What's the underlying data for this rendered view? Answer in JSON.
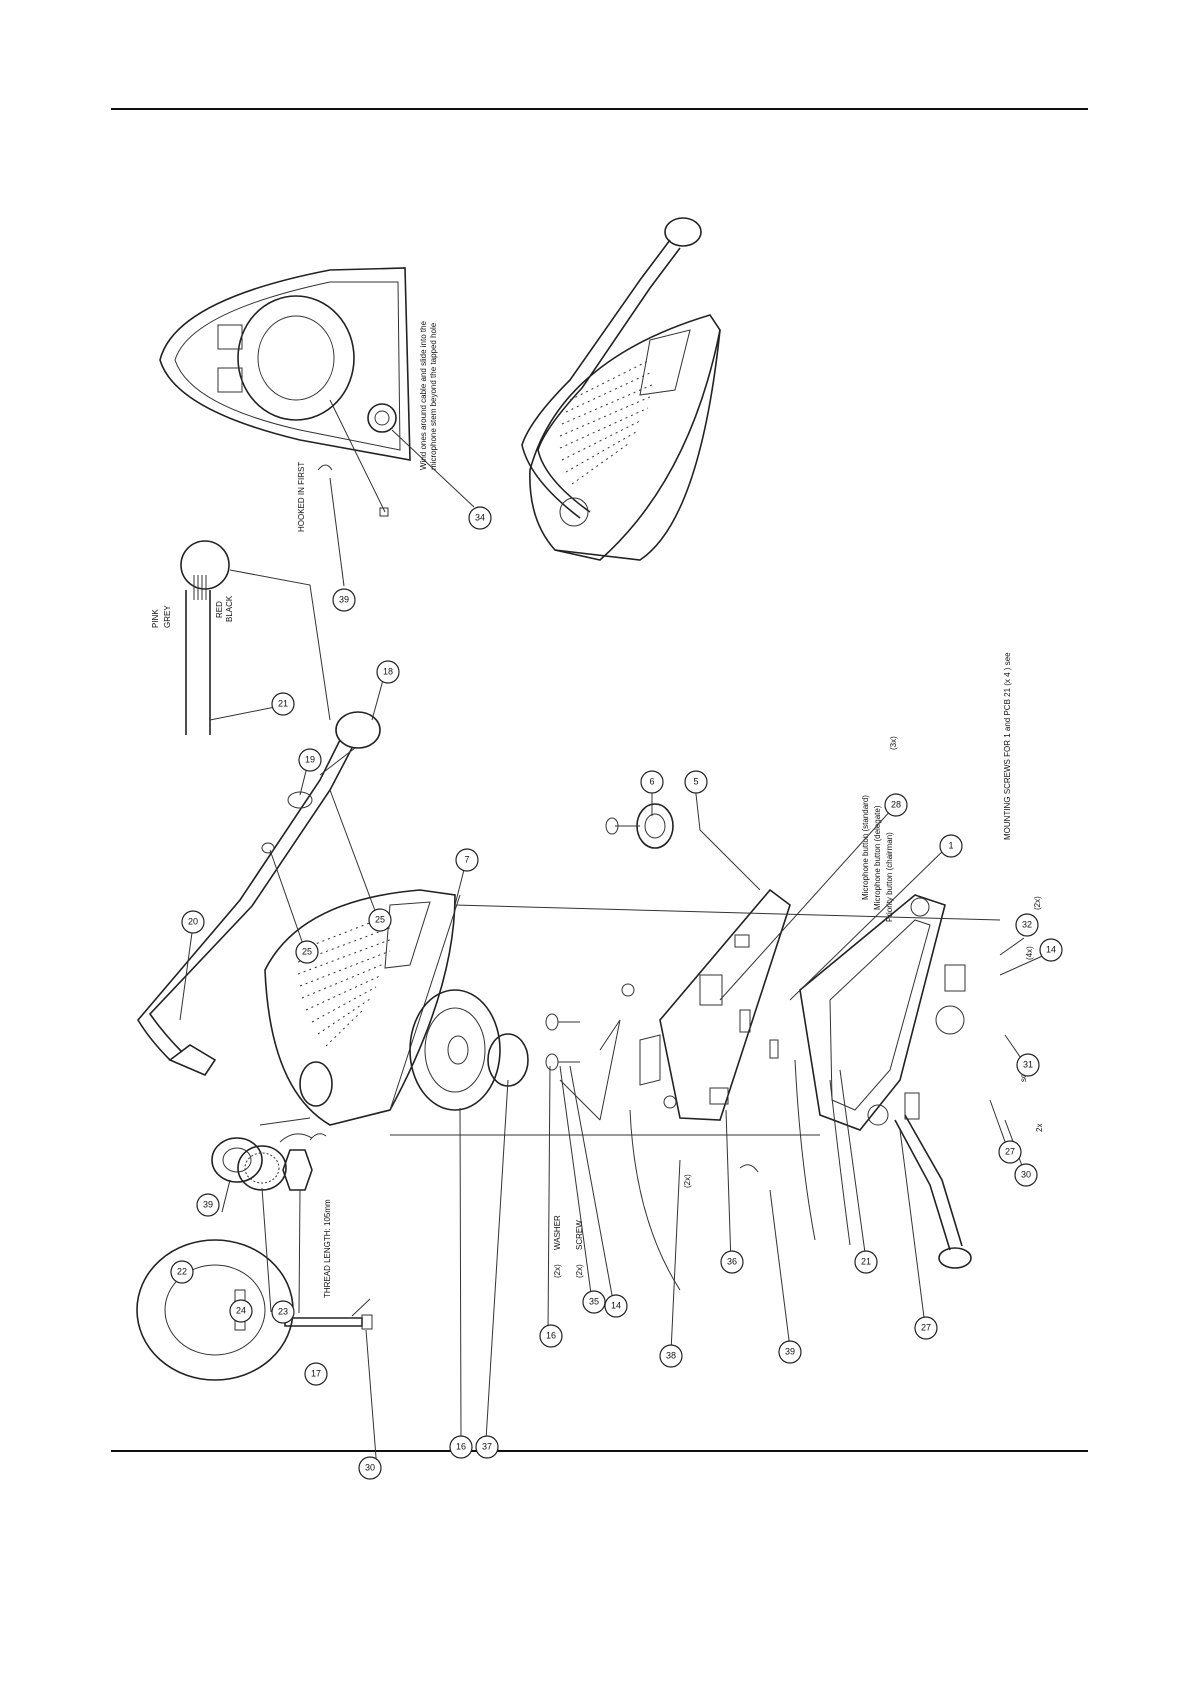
{
  "callouts": [
    {
      "id": "c39a",
      "label": "39"
    },
    {
      "id": "c34",
      "label": "34"
    },
    {
      "id": "c21a",
      "label": "21"
    },
    {
      "id": "c18",
      "label": "18"
    },
    {
      "id": "c19",
      "label": "19"
    },
    {
      "id": "c25a",
      "label": "25"
    },
    {
      "id": "c25b",
      "label": "25"
    },
    {
      "id": "c20",
      "label": "20"
    },
    {
      "id": "c7",
      "label": "7"
    },
    {
      "id": "c6",
      "label": "6"
    },
    {
      "id": "c5",
      "label": "5"
    },
    {
      "id": "c28",
      "label": "28"
    },
    {
      "id": "c1",
      "label": "1"
    },
    {
      "id": "c32",
      "label": "32"
    },
    {
      "id": "c14a",
      "label": "14"
    },
    {
      "id": "c31",
      "label": "31"
    },
    {
      "id": "c27a",
      "label": "27"
    },
    {
      "id": "c30",
      "label": "30"
    },
    {
      "id": "c39b",
      "label": "39"
    },
    {
      "id": "c22",
      "label": "22"
    },
    {
      "id": "c24",
      "label": "24"
    },
    {
      "id": "c23",
      "label": "23"
    },
    {
      "id": "c17",
      "label": "17"
    },
    {
      "id": "c30b",
      "label": "30"
    },
    {
      "id": "c16a",
      "label": "16"
    },
    {
      "id": "c37",
      "label": "37"
    },
    {
      "id": "c16b",
      "label": "16"
    },
    {
      "id": "c35",
      "label": "35"
    },
    {
      "id": "c14b",
      "label": "14"
    },
    {
      "id": "c38",
      "label": "38"
    },
    {
      "id": "c36",
      "label": "36"
    },
    {
      "id": "c39c",
      "label": "39"
    },
    {
      "id": "c21b",
      "label": "21"
    },
    {
      "id": "c27b",
      "label": "27"
    }
  ],
  "labels": {
    "hooked_in_first": "HOOKED IN FIRST",
    "wind_note_1": "Wind ones around cable and slide into the",
    "wind_note_2": "microphone stem beyond the tapped hole",
    "pink": "PINK",
    "grey": "GREY",
    "red": "RED",
    "black": "BLACK",
    "thread_length": "THREAD LENGTH: 105mm",
    "washer": "WASHER",
    "screw": "SCREW",
    "screw_small": "screw",
    "qty_2x_a": "(2x)",
    "qty_2x_b": "(2x)",
    "qty_2x_c": "(2x)",
    "qty_3x": "(3x)",
    "qty_4x": "(4x)",
    "qty_2x_d": "(2x)",
    "qty_2x_e": "2x",
    "mounting_note": "MOUNTING SCREWS FOR 1 and PCB 21 (x 4 ) see",
    "pcb_note_1": "Microphone button (standard)",
    "pcb_note_2": "Microphone button (delegate)",
    "pcb_note_3": "Priority button (chairman)"
  }
}
